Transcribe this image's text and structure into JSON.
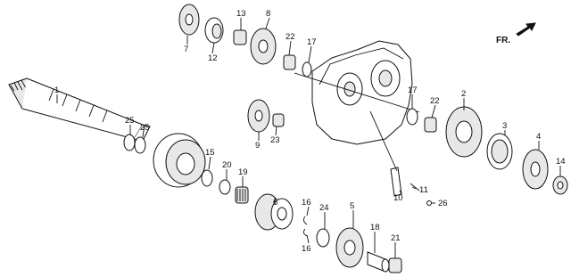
{
  "direction_label": "FR.",
  "callouts": {
    "c1": "1",
    "c2": "2",
    "c3": "3",
    "c4": "4",
    "c5": "5",
    "c6": "6",
    "c7": "7",
    "c8": "8",
    "c9": "9",
    "c10": "10",
    "c11": "11",
    "c12": "12",
    "c13": "13",
    "c14": "14",
    "c15": "15",
    "c16a": "16",
    "c16b": "16",
    "c17a": "17",
    "c17b": "17",
    "c18": "18",
    "c19": "19",
    "c20": "20",
    "c21": "21",
    "c22a": "22",
    "c22b": "22",
    "c23": "23",
    "c24": "24",
    "c25a": "25",
    "c25b": "25",
    "c26": "26"
  }
}
